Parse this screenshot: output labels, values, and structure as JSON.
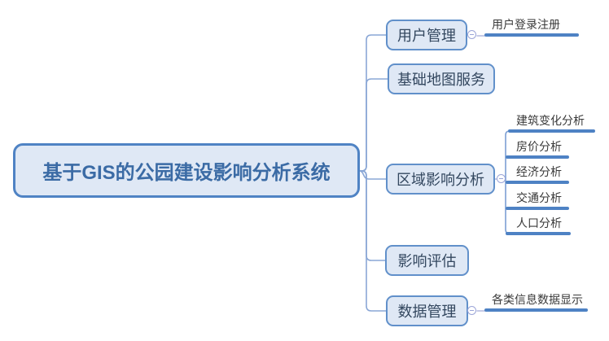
{
  "root": {
    "label": "基于GIS的公园建设影响分析系统"
  },
  "branches": [
    {
      "label": "用户管理",
      "children": [
        {
          "label": "用户登录注册"
        }
      ]
    },
    {
      "label": "基础地图服务",
      "children": []
    },
    {
      "label": "区域影响分析",
      "children": [
        {
          "label": "建筑变化分析"
        },
        {
          "label": "房价分析"
        },
        {
          "label": "经济分析"
        },
        {
          "label": "交通分析"
        },
        {
          "label": "人口分析"
        }
      ]
    },
    {
      "label": "影响评估",
      "children": []
    },
    {
      "label": "数据管理",
      "children": [
        {
          "label": "各类信息数据显示"
        }
      ]
    }
  ],
  "icons": {
    "collapse_toggle": "minus-icon"
  },
  "colors": {
    "background": "#ffffff",
    "central_border": "#4f83c4",
    "node_border": "#6190ca",
    "node_fill": "#dfe8f5",
    "central_text": "#3b6ba5",
    "branch_text": "#33475f",
    "leaf_text": "#3a3a3a",
    "leaf_bar": "#4e82c4",
    "connector": "#8aa7d6",
    "collapse_circle": "#9ba5d8"
  }
}
